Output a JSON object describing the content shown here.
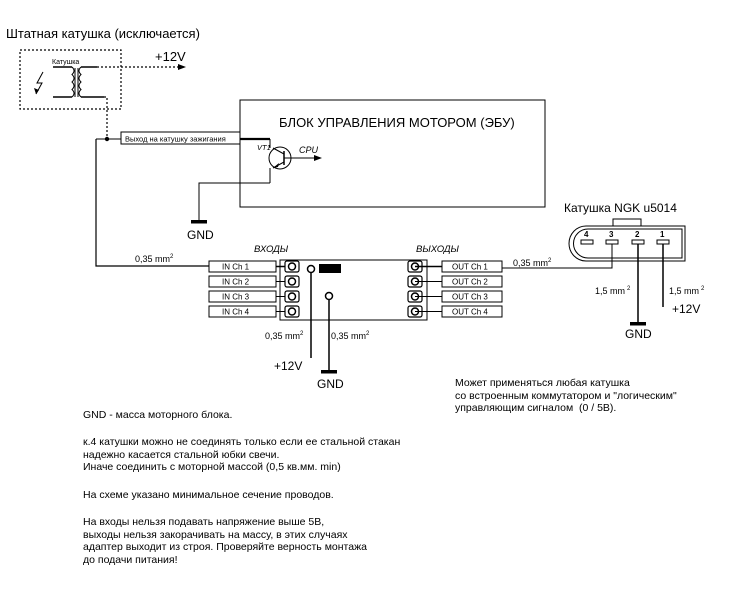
{
  "title": "Штатная катушка (исключается)",
  "stock_coil": {
    "label": "Катушка",
    "supply": "+12V"
  },
  "ecu": {
    "title": "БЛОК УПРАВЛЕНИЯ МОТОРОМ (ЭБУ)",
    "ignition_output_label": "Выход на катушку зажигания",
    "transistor": "VT1",
    "cpu": "CPU",
    "ground": "GND"
  },
  "adapter": {
    "inputs_label": "ВХОДЫ",
    "outputs_label": "ВЫХОДЫ",
    "inputs": [
      "IN Ch 1",
      "IN Ch 2",
      "IN Ch 3",
      "IN Ch 4"
    ],
    "outputs": [
      "OUT Ch 1",
      "OUT Ch 2",
      "OUT Ch 3",
      "OUT Ch 4"
    ],
    "wire_in": "0,35 mm",
    "wire_out": "0,35 mm",
    "power_wire": "0,35 mm",
    "ground_wire": "0,35 mm",
    "power": "+12V",
    "ground": "GND",
    "superscript": "2"
  },
  "ngk_coil": {
    "title": "Катушка NGK u5014",
    "pins": [
      "4",
      "3",
      "2",
      "1"
    ],
    "pin2_wire": "1,5 mm",
    "pin1_wire": "1,5 mm",
    "pin2_to": "GND",
    "pin1_to": "+12V",
    "superscript": "2"
  },
  "notes": {
    "any_coil": "Может применяться любая катушка\nсо встроенным коммутатором и \"логическим\"\nуправляющим сигналом  (0 / 5В).",
    "gnd": "GND - масса моторного блока.",
    "pin4": "к.4 катушки можно не соединять только если ее стальной стакан\nнадежно касается стальной юбки свечи.\nИначе соединить с моторной массой (0,5 кв.мм. min)",
    "section": "На схеме указано минимальное сечение проводов.",
    "warning": "На входы нельзя подавать напряжение выше 5В,\nвыходы нельзя закорачивать на массу, в этих случаях\nадаптер выходит из строя. Проверяйте верность монтажа\nдо подачи питания!"
  }
}
